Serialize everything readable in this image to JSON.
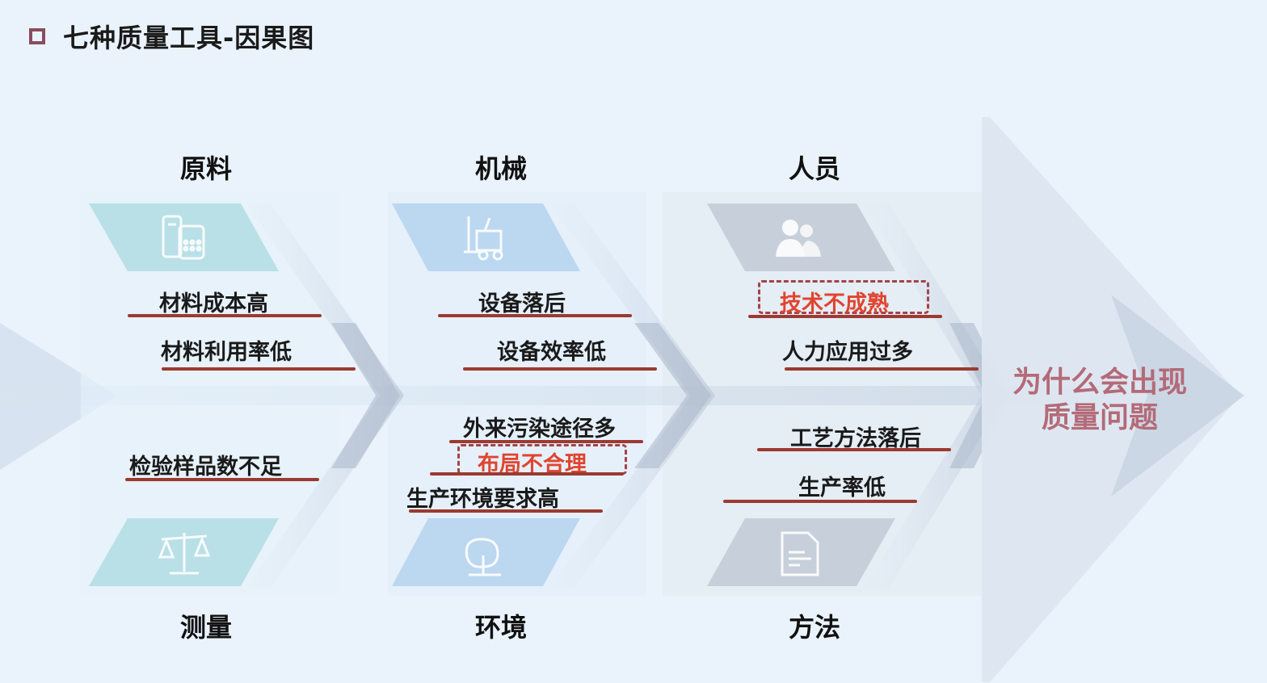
{
  "title": "七种质量工具-因果图",
  "effect": {
    "line1": "为什么会出现",
    "line2": "质量问题"
  },
  "categories": {
    "materials": "原料",
    "machines": "机械",
    "people": "人员",
    "measurement": "测量",
    "environment": "环境",
    "method": "方法"
  },
  "causes": {
    "materials": [
      "材料成本高",
      "材料利用率低"
    ],
    "measurement": [
      "检验样品数不足"
    ],
    "machines": [
      "设备落后",
      "设备效率低"
    ],
    "environment": [
      "外来污染途径多",
      "布局不合理",
      "生产环境要求高"
    ],
    "people": [
      "技术不成熟",
      "人力应用过多"
    ],
    "method": [
      "工艺方法落后",
      "生产率低"
    ]
  },
  "highlighted_causes": [
    "布局不合理",
    "技术不成熟"
  ],
  "colors": {
    "underline": "#9c3a31",
    "highlight_text": "#e0442f",
    "effect_text": "#b46a78",
    "materials_tile": "#b9e0e6",
    "machines_tile": "#bcd7f0",
    "people_tile": "#c7d0da"
  },
  "icons": [
    "material-bags-icon",
    "forklift-icon",
    "people-icon",
    "scale-icon",
    "tree-icon",
    "document-icon"
  ]
}
